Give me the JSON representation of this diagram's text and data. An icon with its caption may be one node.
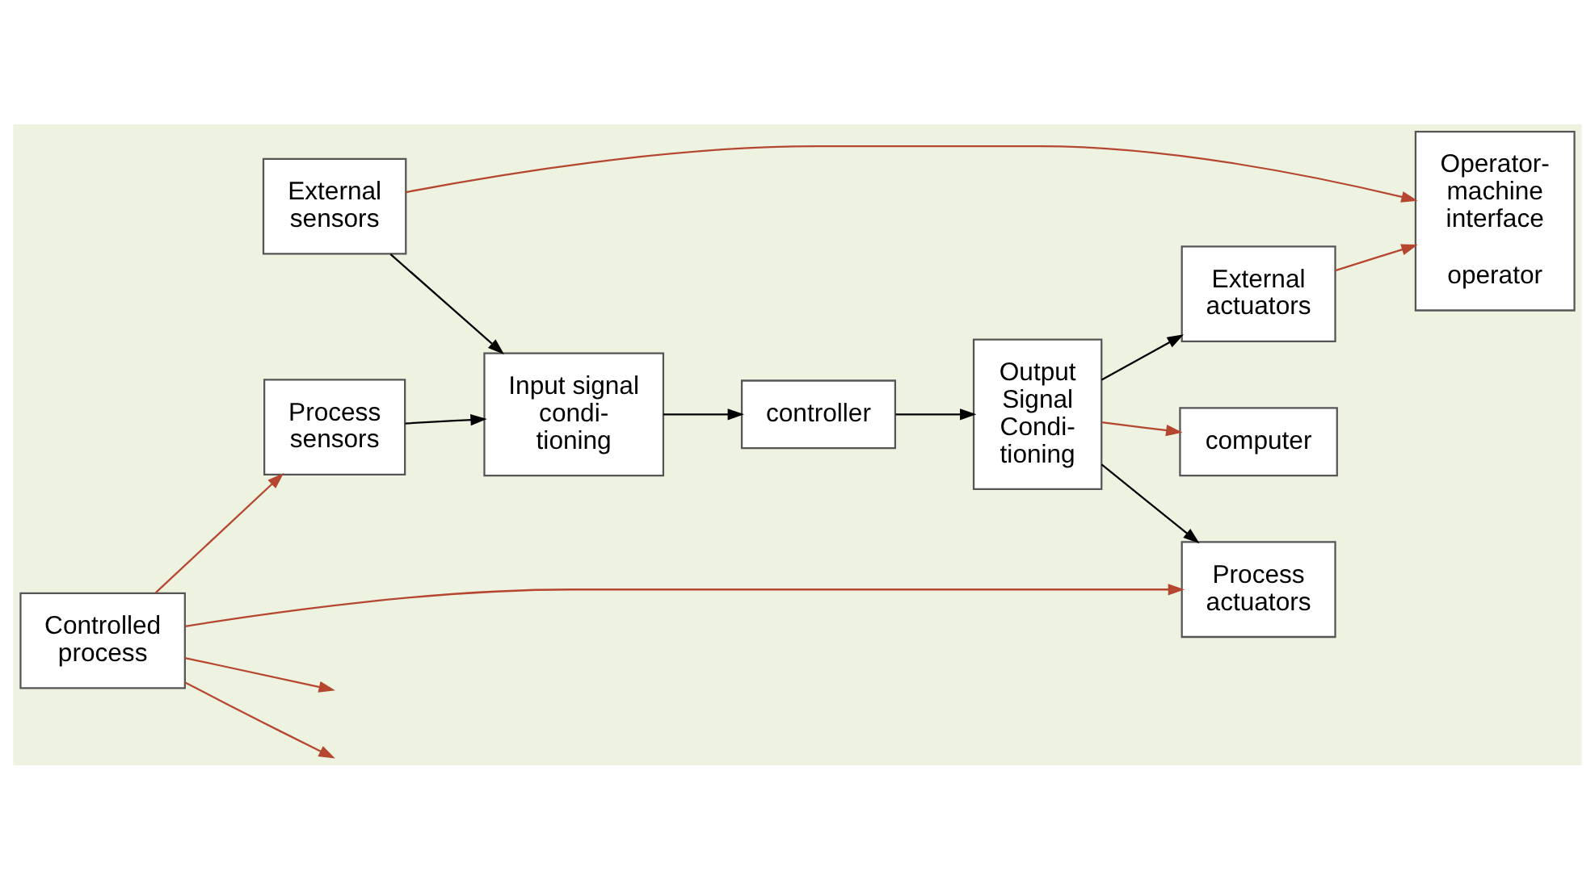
{
  "diagram": {
    "nodes": [
      {
        "text": [
          "Operator-machine interface",
          "operator"
        ]
      },
      {
        "text": [
          "External sensors"
        ]
      },
      {
        "text": [
          "Process sensors"
        ]
      },
      {
        "text": [
          "Input signal condi- tioning"
        ]
      },
      {
        "text": [
          "controller"
        ]
      },
      {
        "text": [
          "Output Signal Condi- tioning"
        ]
      },
      {
        "text": [
          "External actuators"
        ]
      },
      {
        "text": [
          "Process actuators"
        ]
      },
      {
        "text": [
          "Controlled process"
        ]
      },
      {
        "text": [
          "computer"
        ]
      }
    ],
    "edges": [
      {
        "from": 1,
        "to": 0,
        "arrow": "to"
      },
      {
        "from": 6,
        "to": 0,
        "arrow": "to"
      },
      {
        "from": 1,
        "to": 3,
        "arrow": "to",
        "color": "#000000"
      },
      {
        "from": 2,
        "to": 3,
        "arrow": "to",
        "color": "#000000"
      },
      {
        "from": 3,
        "to": 4,
        "arrow": "to",
        "color": "#000000"
      },
      {
        "from": 4,
        "to": 5,
        "arrow": "to",
        "color": "#000000"
      },
      {
        "from": 5,
        "to": 6,
        "arrow": "to",
        "color": "#000000"
      },
      {
        "from": 5,
        "to": 7,
        "arrow": "to",
        "color": "#000000"
      },
      {
        "from": 5,
        "to": 9,
        "arrow": "to"
      },
      {
        "from": 8,
        "to": 2,
        "arrow": "to"
      },
      {
        "from": 8,
        "to": 7,
        "arrow": "to"
      },
      {
        "from": 8,
        "to": null,
        "arrow": "to"
      },
      {
        "from": 8,
        "to": null,
        "arrow": "to"
      }
    ]
  }
}
